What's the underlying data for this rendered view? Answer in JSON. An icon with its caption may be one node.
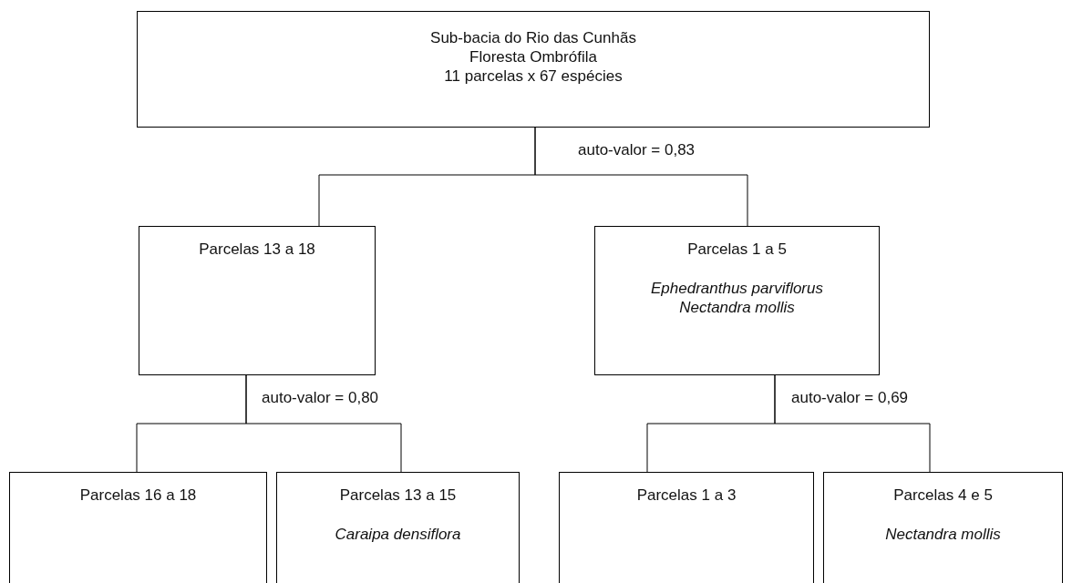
{
  "diagram": {
    "nodes": [
      {
        "text": [
          "Sub-bacia do Rio das Cunhãs",
          "Floresta Ombrófila",
          "11 parcelas x 67 espécies"
        ]
      },
      {
        "text": [
          "Parcelas 13 a 18"
        ]
      },
      {
        "text": [
          "Parcelas 1 a 5",
          "Ephedranthus parviflorus",
          "Nectandra mollis"
        ]
      },
      {
        "text": [
          "Parcelas 16 a 18"
        ]
      },
      {
        "text": [
          "Parcelas 13 a 15",
          "Caraipa densiflora"
        ]
      },
      {
        "text": [
          "Parcelas 1 a 3"
        ]
      },
      {
        "text": [
          "Parcelas 4 e 5",
          "Nectandra mollis"
        ]
      }
    ],
    "edges": [
      {
        "from": 0,
        "to": 1,
        "arrow": "none"
      },
      {
        "from": 0,
        "to": 2,
        "arrow": "none"
      },
      {
        "from": 1,
        "to": 3,
        "arrow": "none"
      },
      {
        "from": 1,
        "to": 4,
        "arrow": "none"
      },
      {
        "from": 2,
        "to": 5,
        "arrow": "none"
      },
      {
        "from": 2,
        "to": 6,
        "arrow": "none"
      }
    ],
    "labels": [
      "auto-valor = 0,83",
      "auto-valor = 0,80",
      "auto-valor = 0,69"
    ]
  }
}
